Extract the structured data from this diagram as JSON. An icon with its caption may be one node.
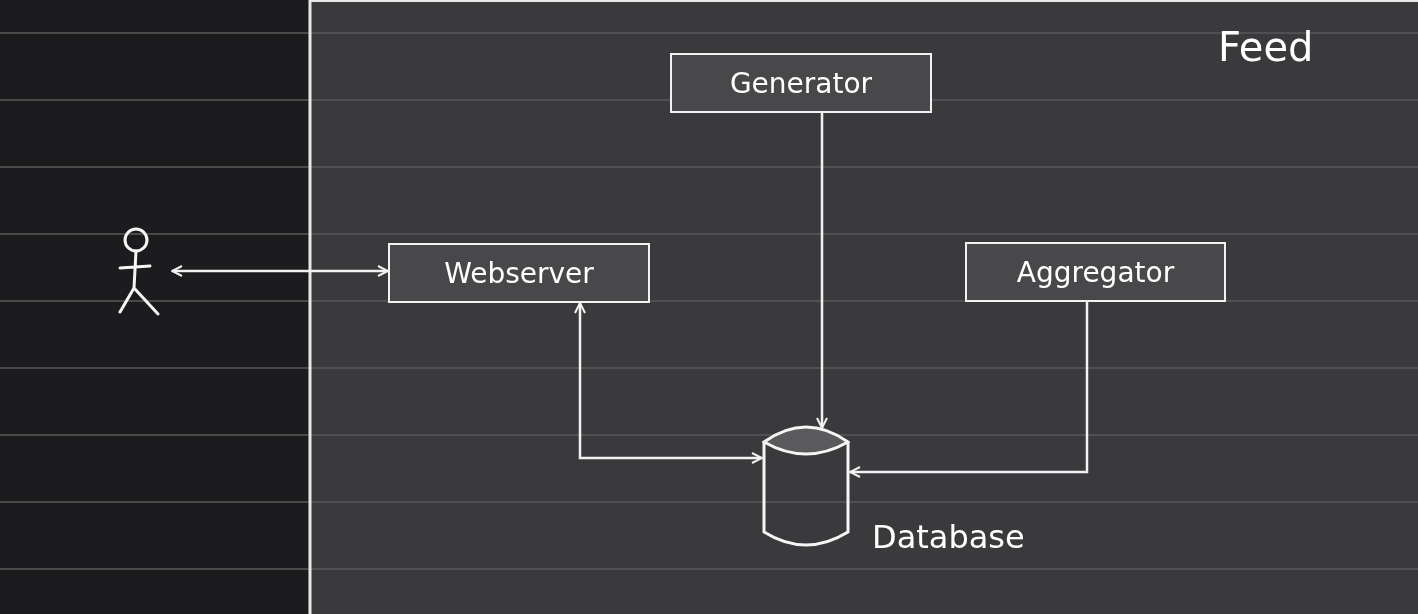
{
  "diagram": {
    "title": "Feed",
    "nodes": [
      {
        "text": [],
        "shape": "person"
      },
      {
        "text": [
          "Webserver"
        ]
      },
      {
        "text": [
          "Generator"
        ]
      },
      {
        "text": [
          "Aggregator"
        ]
      },
      {
        "text": [],
        "shape": "cylinder",
        "beside": [
          "Database"
        ]
      }
    ],
    "edges": [
      {
        "from": 0,
        "to": 1,
        "arrow": "both"
      },
      {
        "from": 2,
        "to": 4,
        "arrow": "to"
      },
      {
        "from": 1,
        "to": 4,
        "arrow": "both"
      },
      {
        "from": 3,
        "to": 4,
        "arrow": "to"
      }
    ]
  }
}
